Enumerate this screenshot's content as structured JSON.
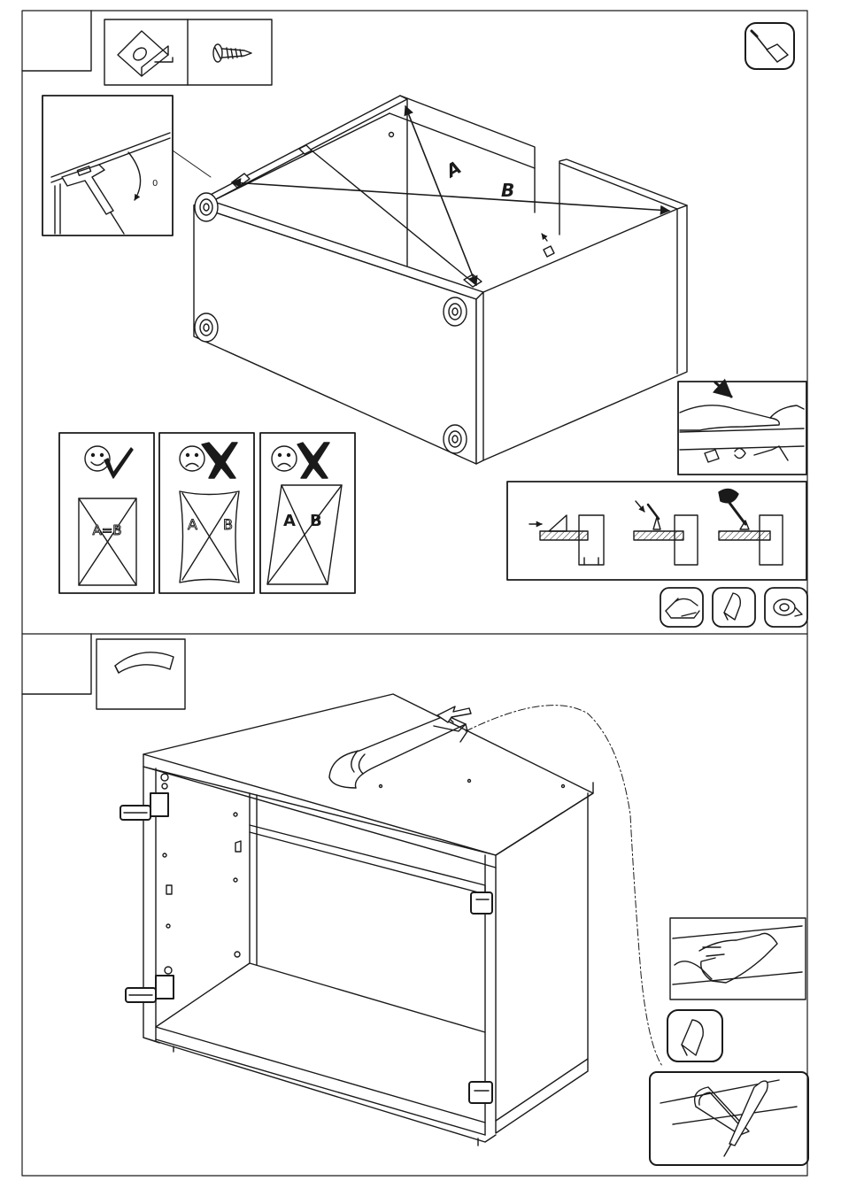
{
  "page": {
    "background": "#ffffff",
    "ink": "#1a1a1a"
  },
  "step_top": {
    "parts_box": {
      "items": [
        {
          "icon": "corner-bracket-icon"
        },
        {
          "icon": "wood-screw-icon"
        }
      ]
    },
    "tool_icon": "screwdriver-icon",
    "diagonal_labels": {
      "a": "A",
      "b": "B"
    },
    "check_panels": [
      {
        "face_icon": "smiley-face-icon",
        "mark_icon": "check-mark-icon",
        "label": "A=B"
      },
      {
        "face_icon": "sad-face-icon",
        "mark_icon": "cross-mark-icon",
        "label_a": "A",
        "label_b": "B"
      },
      {
        "face_icon": "sad-face-icon",
        "mark_icon": "cross-mark-icon",
        "label_a": "A",
        "label_b": "B"
      }
    ],
    "bottom_icons": [
      "hand-icon",
      "glue-tube-icon",
      "tape-roll-icon"
    ]
  },
  "step_bottom": {
    "part_icon": "curved-edge-profile-icon",
    "detail_icons": [
      "hand-press-icon",
      "glue-tube-icon",
      "knife-trim-icon"
    ]
  }
}
